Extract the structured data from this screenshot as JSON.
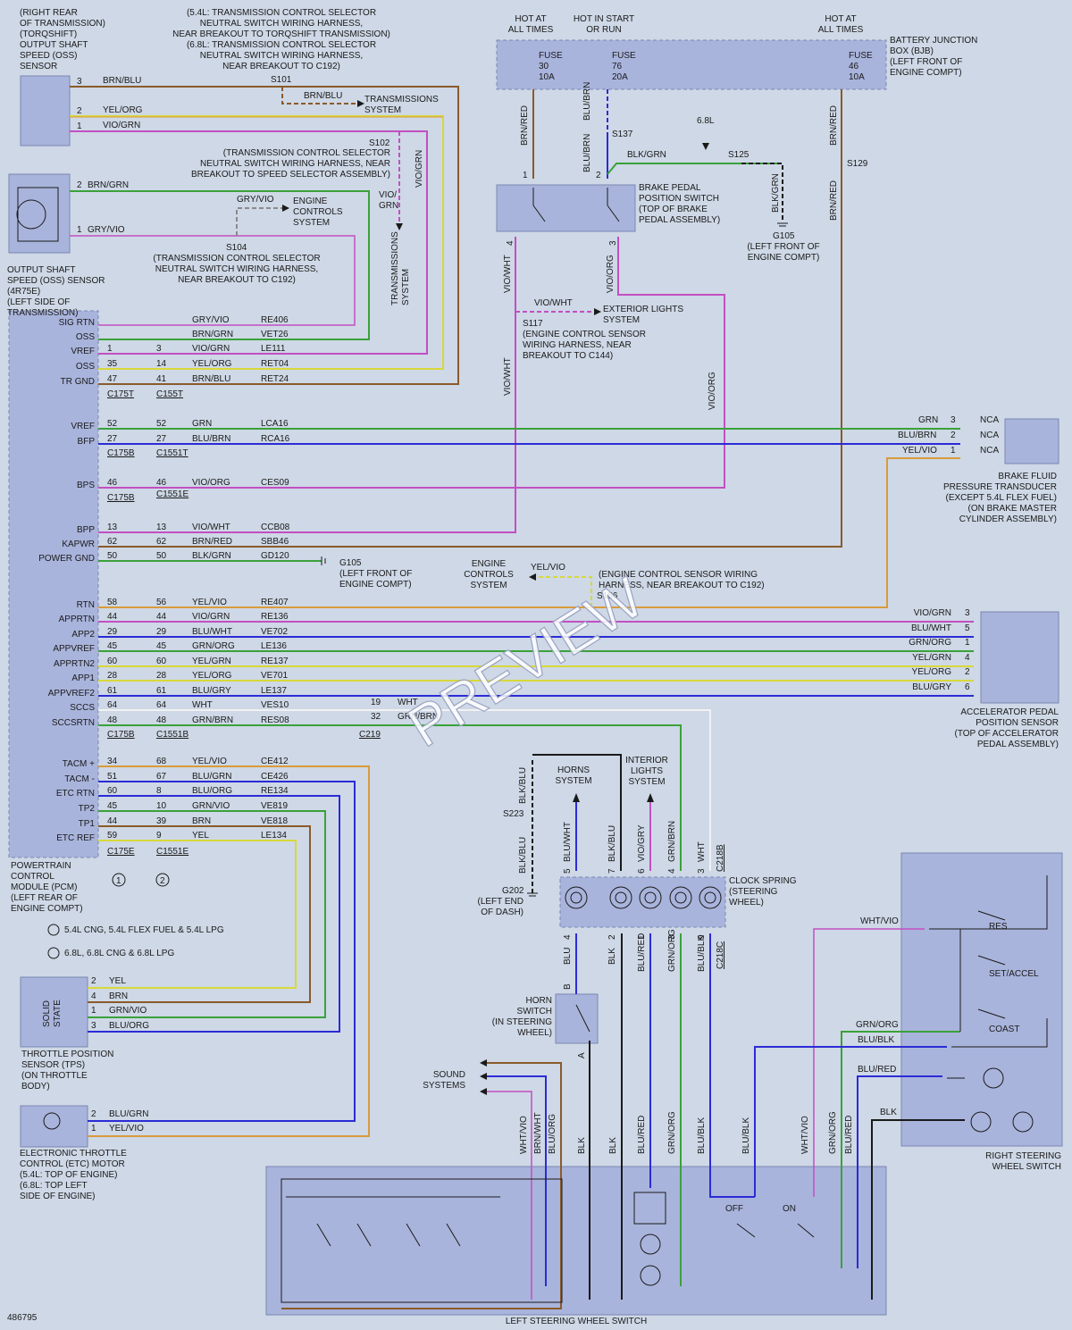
{
  "sensors": {
    "oss_rear": "(RIGHT REAR|OF TRANSMISSION)|(TORQSHIFT)|OUTPUT SHAFT|SPEED (OSS)|SENSOR",
    "oss_4r75e": "OUTPUT SHAFT|SPEED (OSS) SENSOR|(4R75E)|(LEFT SIDE OF|TRANSMISSION)"
  },
  "notes": {
    "s101_top": "(5.4L: TRANSMISSION CONTROL SELECTOR|NEUTRAL SWITCH WIRING HARNESS,|NEAR BREAKOUT TO TORQSHIFT TRANSMISSION)|(6.8L: TRANSMISSION CONTROL SELECTOR|NEUTRAL SWITCH WIRING HARNESS,|NEAR BREAKOUT TO C192)",
    "s102": "(TRANSMISSION CONTROL SELECTOR|NEUTRAL SWITCH WIRING HARNESS, NEAR|BREAKOUT TO SPEED SELECTOR ASSEMBLY)",
    "s104": "(TRANSMISSION CONTROL SELECTOR|NEUTRAL SWITCH WIRING HARNESS,|NEAR BREAKOUT TO C192)",
    "s117": "(ENGINE CONTROL SENSOR|WIRING HARNESS, NEAR|BREAKOUT TO C144)",
    "s156": "(ENGINE CONTROL SENSOR WIRING|HARNESS, NEAR BREAKOUT TO C192)",
    "g105_top": "(LEFT FRONT OF|ENGINE COMPT)",
    "g105_mid": "(LEFT FRONT OF|ENGINE COMPT)",
    "g202": "(LEFT END|OF DASH)",
    "bjb_name": "BATTERY JUNCTION|BOX (BJB)|(LEFT FRONT OF|ENGINE COMPT)",
    "pcm": "POWERTRAIN|CONTROL|MODULE (PCM)|(LEFT REAR OF|ENGINE COMPT)",
    "tps": "THROTTLE POSITION|SENSOR (TPS)|(ON THROTTLE|BODY)",
    "etc": "ELECTRONIC THROTTLE|CONTROL (ETC) MOTOR|(5.4L: TOP OF ENGINE)|(6.8L: TOP LEFT|SIDE OF ENGINE)",
    "bfpt": "BRAKE FLUID|PRESSURE TRANSDUCER|(EXCEPT 5.4L FLEX FUEL)|(ON BRAKE MASTER|CYLINDER ASSEMBLY)",
    "apps": "ACCELERATOR PEDAL|POSITION SENSOR|(TOP OF ACCELERATOR|PEDAL ASSEMBLY)",
    "bpps": "BRAKE PEDAL|POSITION SWITCH|(TOP OF BRAKE|PEDAL ASSEMBLY)",
    "clock": "CLOCK SPRING|(STEERING|WHEEL)",
    "horn_sw": "HORN|SWITCH|(IN STEERING|WHEEL)",
    "rsws": "RIGHT STEERING|WHEEL SWITCH",
    "lsws": "LEFT STEERING WHEEL SWITCH",
    "legend1": "5.4L CNG, 5.4L FLEX FUEL & 5.4L LPG",
    "legend2": "6.8L, 6.8L CNG & 6.8L LPG",
    "docnum": "486795",
    "watermark": "PREVIEW"
  },
  "labels": {
    "hot_all1": "HOT AT|ALL TIMES",
    "hot_start": "HOT IN START|OR RUN",
    "hot_all2": "HOT AT|ALL TIMES",
    "fuse30": "FUSE|30|10A",
    "fuse76": "FUSE|76|20A",
    "fuse46": "FUSE|46|10A",
    "s101": "S101",
    "s102": "S102",
    "s104": "S104",
    "s137": "S137",
    "s125": "S125",
    "s129": "S129",
    "s117": "S117",
    "s156": "S156",
    "s223": "S223",
    "g105a": "G105",
    "g105b": "G105",
    "g202": "G202",
    "v68": "6.8L",
    "trans1": "TRANSMISSIONS|SYSTEM",
    "trans2": "TRANSMISSIONS|SYSTEM",
    "ecs1": "ENGINE|CONTROLS|SYSTEM",
    "ecs2": "ENGINE|CONTROLS|SYSTEM",
    "ext_lights": "EXTERIOR LIGHTS|SYSTEM",
    "horns": "HORNS|SYSTEM",
    "int_lights": "INTERIOR|LIGHTS|SYSTEM",
    "sound": "SOUND|SYSTEMS",
    "res": "RES",
    "setaccel": "SET/ACCEL",
    "coast": "COAST",
    "off": "OFF",
    "on": "ON",
    "solid": "SOLID|STATE",
    "c175t": "C175T",
    "c155t": "C155T",
    "c175b1": "C175B",
    "c1551t": "C1551T",
    "c175b2": "C175B",
    "c1551e": "C1551E",
    "c175b3": "C175B",
    "c1551b": "C1551B",
    "c219": "C219",
    "c175e": "C175E",
    "c1551e2": "C1551E",
    "c218b": "C218B",
    "c218c": "C218C",
    "circ1": "1",
    "circ2": "2"
  },
  "pcm_pins": [
    {
      "name": "SIG RTN",
      "a": "",
      "b": "",
      "color": "GRY/VIO",
      "circuit": "RE406"
    },
    {
      "name": "OSS",
      "a": "",
      "b": "",
      "color": "BRN/GRN",
      "circuit": "VET26"
    },
    {
      "name": "VREF",
      "a": "1",
      "b": "3",
      "color": "VIO/GRN",
      "circuit": "LE111"
    },
    {
      "name": "OSS",
      "a": "35",
      "b": "14",
      "color": "YEL/ORG",
      "circuit": "RET04"
    },
    {
      "name": "TR GND",
      "a": "47",
      "b": "41",
      "color": "BRN/BLU",
      "circuit": "RET24"
    },
    {
      "name": "VREF",
      "a": "52",
      "b": "52",
      "color": "GRN",
      "circuit": "LCA16"
    },
    {
      "name": "BFP",
      "a": "27",
      "b": "27",
      "color": "BLU/BRN",
      "circuit": "RCA16"
    },
    {
      "name": "BPS",
      "a": "46",
      "b": "46",
      "color": "VIO/ORG",
      "circuit": "CES09"
    },
    {
      "name": "BPP",
      "a": "13",
      "b": "13",
      "color": "VIO/WHT",
      "circuit": "CCB08"
    },
    {
      "name": "KAPWR",
      "a": "62",
      "b": "62",
      "color": "BRN/RED",
      "circuit": "SBB46"
    },
    {
      "name": "POWER GND",
      "a": "50",
      "b": "50",
      "color": "BLK/GRN",
      "circuit": "GD120"
    },
    {
      "name": "RTN",
      "a": "58",
      "b": "56",
      "color": "YEL/VIO",
      "circuit": "RE407"
    },
    {
      "name": "APPRTN",
      "a": "44",
      "b": "44",
      "color": "VIO/GRN",
      "circuit": "RE136"
    },
    {
      "name": "APP2",
      "a": "29",
      "b": "29",
      "color": "BLU/WHT",
      "circuit": "VE702"
    },
    {
      "name": "APPVREF",
      "a": "45",
      "b": "45",
      "color": "GRN/ORG",
      "circuit": "LE136"
    },
    {
      "name": "APPRTN2",
      "a": "60",
      "b": "60",
      "color": "YEL/GRN",
      "circuit": "RE137"
    },
    {
      "name": "APP1",
      "a": "28",
      "b": "28",
      "color": "YEL/ORG",
      "circuit": "VE701"
    },
    {
      "name": "APPVREF2",
      "a": "61",
      "b": "61",
      "color": "BLU/GRY",
      "circuit": "LE137"
    },
    {
      "name": "SCCS",
      "a": "64",
      "b": "64",
      "color": "WHT",
      "circuit": "VES10"
    },
    {
      "name": "SCCSRTN",
      "a": "48",
      "b": "48",
      "color": "GRN/BRN",
      "circuit": "RES08"
    },
    {
      "name": "TACM +",
      "a": "34",
      "b": "68",
      "color": "YEL/VIO",
      "circuit": "CE412"
    },
    {
      "name": "TACM -",
      "a": "51",
      "b": "67",
      "color": "BLU/GRN",
      "circuit": "CE426"
    },
    {
      "name": "ETC RTN",
      "a": "60",
      "b": "8",
      "color": "BLU/ORG",
      "circuit": "RE134"
    },
    {
      "name": "TP2",
      "a": "45",
      "b": "10",
      "color": "GRN/VIO",
      "circuit": "VE819"
    },
    {
      "name": "TP1",
      "a": "44",
      "b": "39",
      "color": "BRN",
      "circuit": "VE818"
    },
    {
      "name": "ETC REF",
      "a": "59",
      "b": "9",
      "color": "YEL",
      "circuit": "LE134"
    }
  ],
  "wire_text": {
    "brnblu1": "BRN/BLU",
    "brnblu2": "BRN/BLU",
    "yelorg": "YEL/ORG",
    "viogrn": "VIO/GRN",
    "brngrn": "BRN/GRN",
    "gryvio1": "GRY/VIO",
    "gryvio2": "GRY/VIO",
    "viogrn2": "VIO/GRN",
    "viogrn3": "VIO/|GRN",
    "p3": "3",
    "p2": "2",
    "p1": "1",
    "p2b": "2",
    "p1b": "1",
    "brnred1": "BRN/RED",
    "blubrn": "BLU/BRN",
    "blubrn2": "BLU/BRN",
    "blkgrn": "BLK/GRN",
    "blkgrn2": "BLK/GRN",
    "brnred2": "BRN/RED",
    "brnred3": "BRN/RED",
    "viowht1": "VIO/WHT",
    "vioorg1": "VIO/ORG",
    "viowht2": "VIO/WHT",
    "viowht3": "VIO/WHT",
    "vioorg2": "VIO/ORG",
    "yelvio": "YEL/VIO",
    "bp1": "1",
    "bp2": "2",
    "bp4": "4",
    "bp3": "3",
    "grn": "GRN",
    "blubrn3": "BLU/BRN",
    "yelvio2": "YEL/VIO",
    "nca": "NCA",
    "f1": "3",
    "f2": "2",
    "f3": "1",
    "a_viogrn": "VIO/GRN",
    "a_bluwht": "BLU/WHT",
    "a_grnorg": "GRN/ORG",
    "a_yelgrn": "YEL/GRN",
    "a_yelorg": "YEL/ORG",
    "a_blugry": "BLU/GRY",
    "ap3": "3",
    "ap5": "5",
    "ap1": "1",
    "ap4": "4",
    "ap2": "2",
    "ap6": "6",
    "c19": "19",
    "c32": "32",
    "c_wht": "WHT",
    "c_grnbrn": "GRN/BRN",
    "t_yel": "YEL",
    "t_brn": "BRN",
    "t_grnvio": "GRN/VIO",
    "t_bluorg": "BLU/ORG",
    "t2": "2",
    "t4": "4",
    "t1": "1",
    "t3": "3",
    "e_blugrn": "BLU/GRN",
    "e_yelvio": "YEL/VIO",
    "e2": "2",
    "e1": "1",
    "blkblu1": "BLK/BLU",
    "blkblu2": "BLK/BLU",
    "cs_bluwht": "BLU/WHT",
    "cs_blkblu": "BLK/BLU",
    "cs_viogry": "VIO/GRY",
    "cs_grnbrn": "GRN/BRN",
    "cs_wht": "WHT",
    "cs5": "5",
    "cs7": "7",
    "cs6": "6",
    "cs4": "4",
    "cs3": "3",
    "cl_blu": "BLU",
    "cl_blk": "BLK",
    "cl_blured": "BLU/RED",
    "cl_grnorg": "GRN/ORG",
    "cl_blublk": "BLU/BLK",
    "cl4": "4",
    "cl2": "2",
    "cl1": "1",
    "cl3": "3",
    "cl9": "9",
    "hB": "B",
    "hA": "A",
    "whtvio": "WHT/VIO",
    "grnorg": "GRN/ORG",
    "blublk": "BLU/BLK",
    "blured": "BLU/RED",
    "blk": "BLK",
    "l_whtvio": "WHT/VIO",
    "l_brnwht": "BRN/WHT",
    "l_bluorg": "BLU/ORG",
    "l_blk": "BLK",
    "l_blk2": "BLK",
    "l_blured": "BLU/RED",
    "l_grnorg": "GRN/ORG",
    "l_blublk": "BLU/BLK",
    "l_blublk2": "BLU/BLK",
    "l_whtvio2": "WHT/VIO",
    "l_grnorg2": "GRN/ORG",
    "l_blured2": "BLU/RED"
  },
  "colors": {
    "grn": "#3aa13a",
    "blue": "#2b2bd6",
    "violet": "#c24fc2",
    "yellow": "#d8d83a",
    "orange": "#d99a3a",
    "brown": "#8a5a2a",
    "gray": "#8a8a8a",
    "black": "#1a1a1a",
    "white": "#f2f2f2",
    "bg": "#ced8e6",
    "box": "#a9b4dc"
  }
}
